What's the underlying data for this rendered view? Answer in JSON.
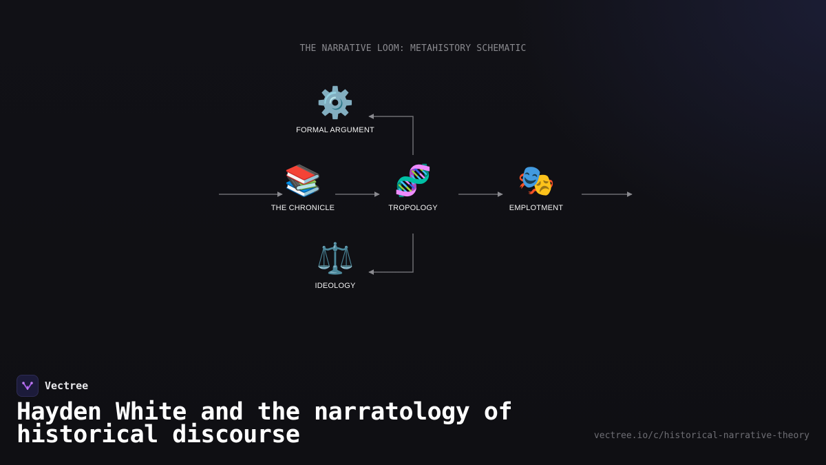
{
  "diagram": {
    "title": "THE NARRATIVE LOOM: METAHISTORY SCHEMATIC",
    "nodes": {
      "formal_argument": {
        "icon": "gear-icon",
        "glyph": "⚙️",
        "label": "FORMAL ARGUMENT"
      },
      "chronicle": {
        "icon": "books-icon",
        "glyph": "📚",
        "label": "THE CHRONICLE"
      },
      "tropology": {
        "icon": "dna-icon",
        "glyph": "🧬",
        "label": "TROPOLOGY"
      },
      "emplotment": {
        "icon": "theater-masks-icon",
        "glyph": "🎭",
        "label": "EMPLOTMENT"
      },
      "ideology": {
        "icon": "balance-scale-icon",
        "glyph": "⚖️",
        "label": "IDEOLOGY"
      }
    },
    "edges": [
      {
        "from": "input",
        "to": "chronicle"
      },
      {
        "from": "chronicle",
        "to": "tropology"
      },
      {
        "from": "tropology",
        "to": "emplotment"
      },
      {
        "from": "emplotment",
        "to": "output"
      },
      {
        "from": "tropology",
        "to": "formal_argument"
      },
      {
        "from": "tropology",
        "to": "ideology"
      }
    ],
    "colors": {
      "connector": "#6d6d72",
      "arrowhead": "#8a8a8f"
    }
  },
  "brand": {
    "name": "Vectree",
    "logo_icon": "vectree-logo-icon",
    "logo_color": "#a45be8"
  },
  "headline": "Hayden White and the narratology of historical discourse",
  "url": "vectree.io/c/historical-narrative-theory"
}
